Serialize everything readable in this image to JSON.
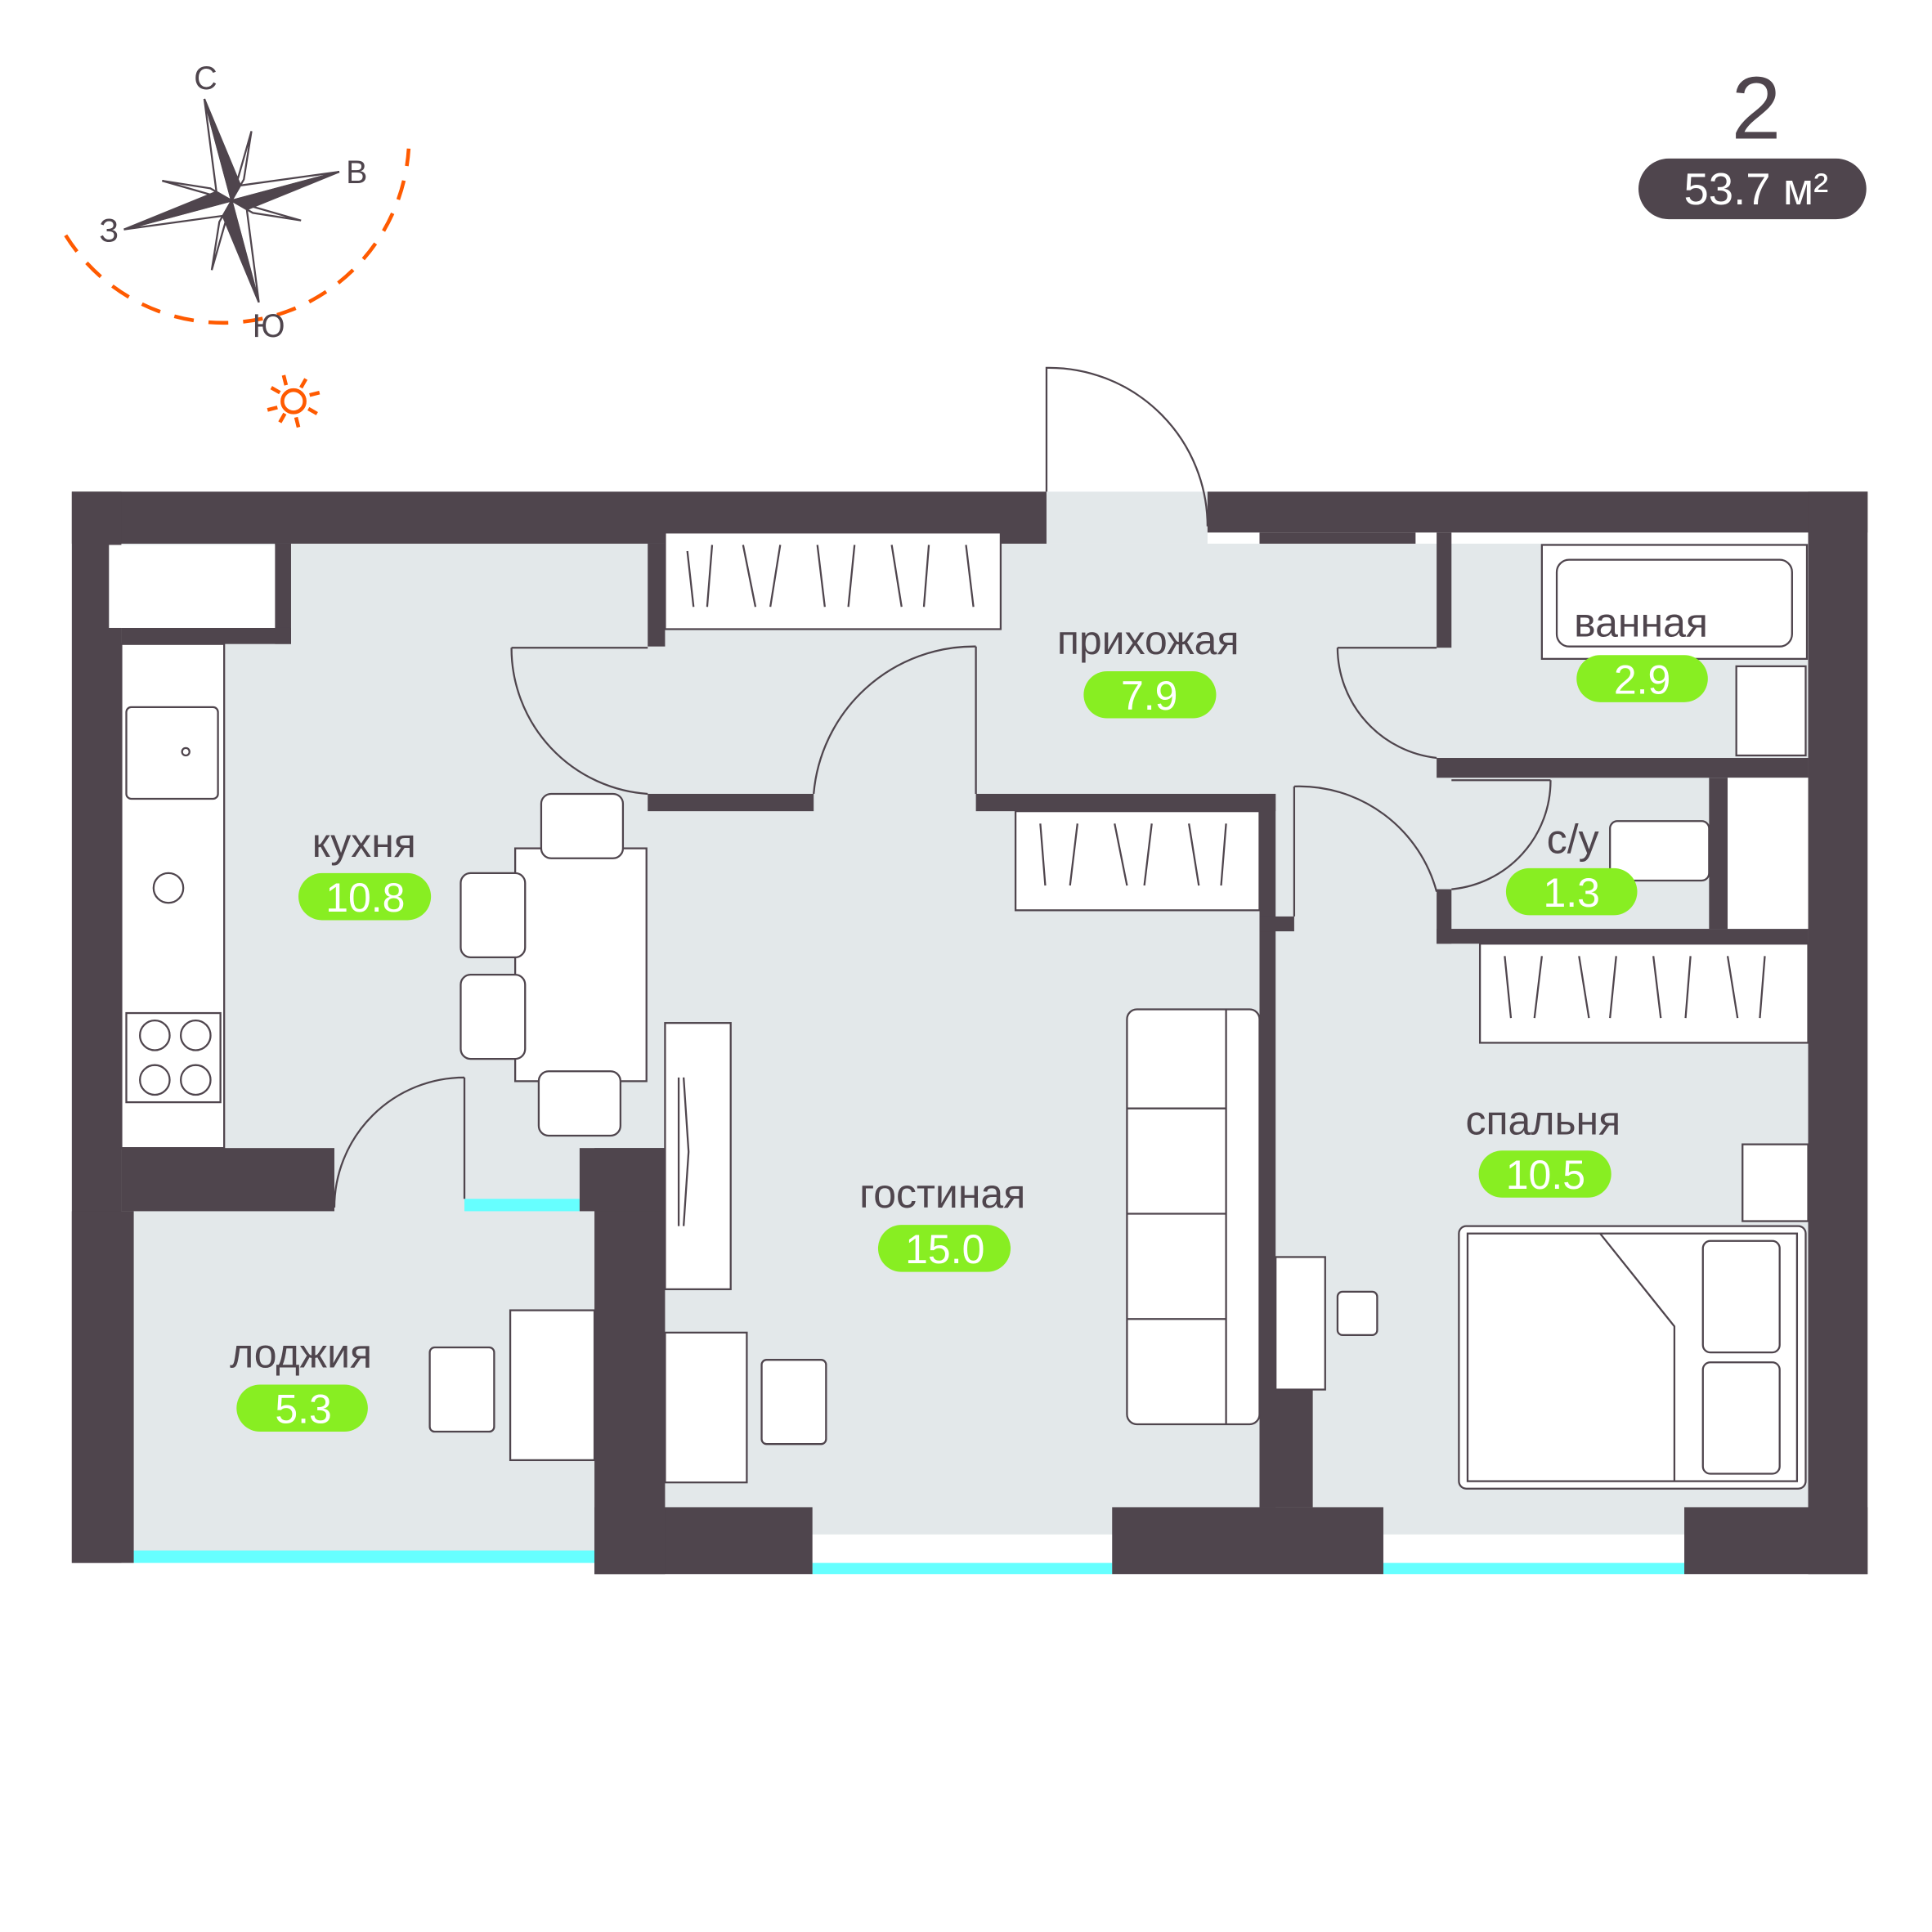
{
  "apartment": {
    "rooms_count": "2",
    "total_area": "53.7 м²"
  },
  "compass": {
    "north": "С",
    "east": "В",
    "south": "Ю",
    "west": "З"
  },
  "rooms": [
    {
      "name": "прихожая",
      "area": "7.9"
    },
    {
      "name": "ванная",
      "area": "2.9"
    },
    {
      "name": "кухня",
      "area": "10.8"
    },
    {
      "name": "с/у",
      "area": "1.3"
    },
    {
      "name": "гостиная",
      "area": "15.0"
    },
    {
      "name": "спальня",
      "area": "10.5"
    },
    {
      "name": "лоджия",
      "area": "5.3"
    }
  ],
  "colors": {
    "wall": "#4f454d",
    "floor": "#e3e8ea",
    "area_badge": "#88ee22",
    "window": "#66ffff",
    "sun": "#ff5a00"
  }
}
